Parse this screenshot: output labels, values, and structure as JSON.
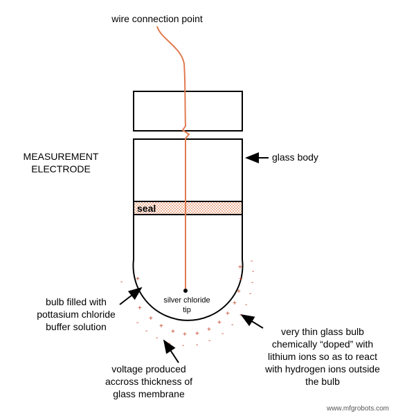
{
  "labels": {
    "wire": "wire connection point",
    "measurement_1": "MEASUREMENT",
    "measurement_2": "ELECTRODE",
    "glass_body": "glass body",
    "seal": "seal",
    "tip_1": "silver chloride",
    "tip_2": "tip",
    "bulb_1": "bulb filled with",
    "bulb_2": "pottasium chloride",
    "bulb_3": "buffer solution",
    "voltage_1": "voltage produced",
    "voltage_2": "accross thickness of",
    "voltage_3": "glass membrane",
    "thin_1": "very thin glass bulb",
    "thin_2": "chemically “doped” with",
    "thin_3": "lithium ions so as to react",
    "thin_4": "with hydrogen ions outside",
    "thin_5": "the bulb",
    "watermark": "www.mfgrobots.com"
  },
  "charges": {
    "plus": "+",
    "minus": "-"
  },
  "colors": {
    "wire": "#e07a4f",
    "outline": "#000000",
    "seal_dots": "#e07a4f",
    "charge": "#c0391b"
  }
}
